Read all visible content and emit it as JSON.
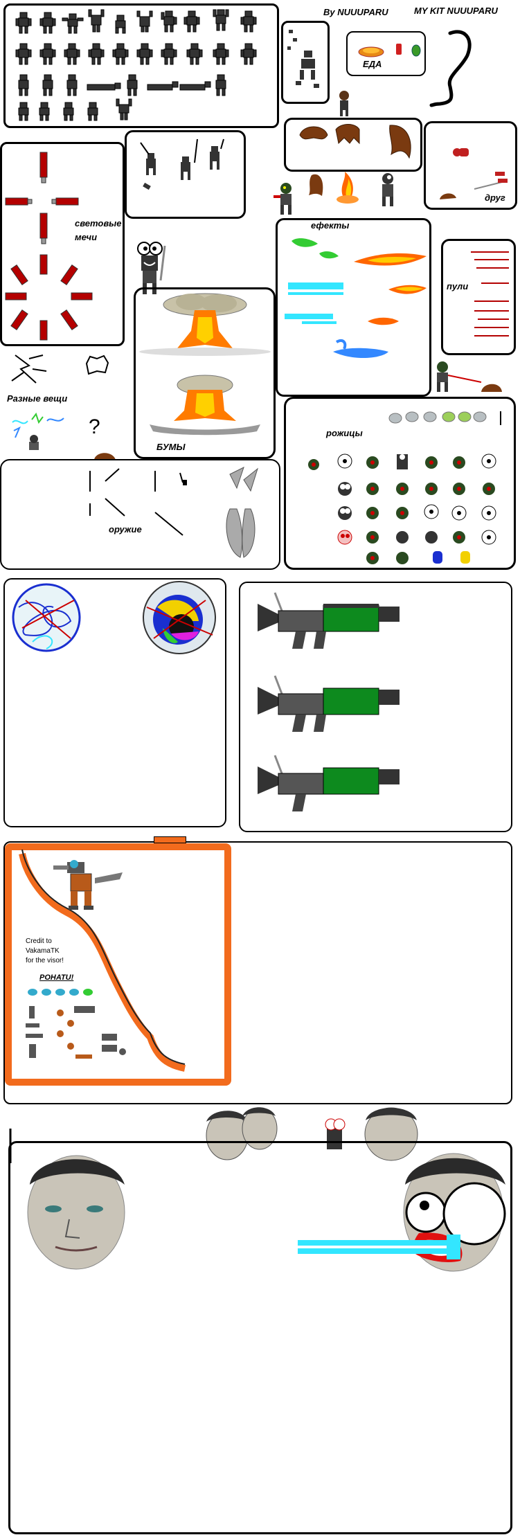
{
  "header": {
    "author": "By NUUUPARU",
    "kit": "MY KIT NUUUPARU"
  },
  "labels": {
    "food": "ЕДА",
    "lightsabers": "световые мечи",
    "friend": "друг",
    "effects": "ефекты",
    "bullets": "пули",
    "misc": "Разные вещи",
    "booms": "БУМЫ",
    "faces": "рожицы",
    "weapons": "оружие"
  },
  "credit": {
    "line1": "Credit to",
    "line2": "VakamaTK",
    "line3": "for the visor!",
    "name": "POHATU!"
  },
  "colors": {
    "box_border": "#000000",
    "orange_frame": "#f26b1d",
    "saber_red": "#b40000",
    "fire": "#ff6600",
    "laser_cyan": "#33e6ff",
    "green_tank": "#0d8a1e",
    "skin": "#c9c4b8"
  },
  "icons": [
    "robot-sprite-icon",
    "food-icon",
    "hair-icon",
    "lightsaber-icon",
    "flame-icon",
    "explosion-icon",
    "bullet-icon",
    "face-icon",
    "weapon-icon",
    "gun-icon",
    "head-icon",
    "question-icon"
  ]
}
